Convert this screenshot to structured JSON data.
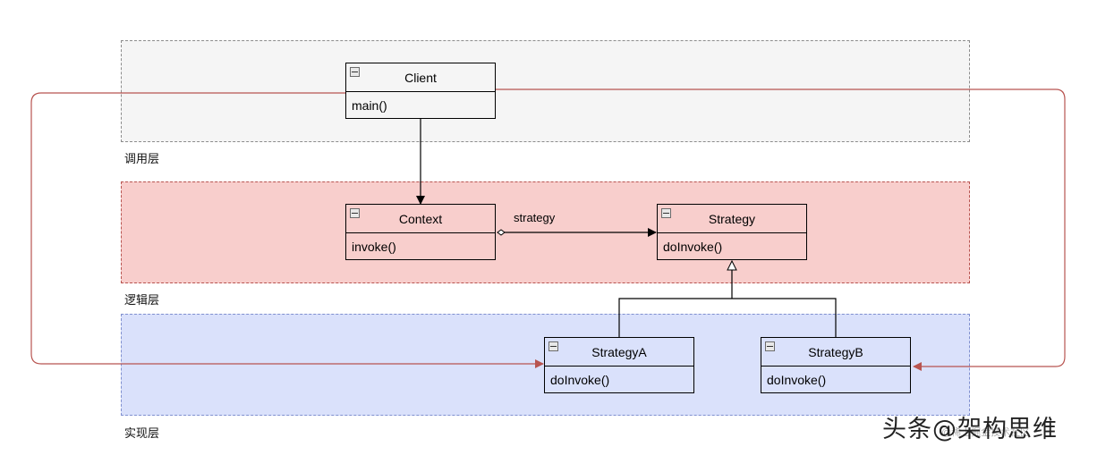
{
  "layers": {
    "call": "调用层",
    "logic": "逻辑层",
    "impl": "实现层"
  },
  "classes": {
    "client": {
      "name": "Client",
      "method": "main()"
    },
    "context": {
      "name": "Context",
      "method": "invoke()"
    },
    "strategy": {
      "name": "Strategy",
      "method": "doInvoke()"
    },
    "strategyA": {
      "name": "StrategyA",
      "method": "doInvoke()"
    },
    "strategyB": {
      "name": "StrategyB",
      "method": "doInvoke()"
    }
  },
  "edges": {
    "context_strategy_label": "strategy"
  },
  "colors": {
    "call_layer": "#f5f5f5",
    "logic_layer": "#f8cecc",
    "impl_layer": "#dae1fb",
    "red_connector": "#b85450"
  },
  "watermark": {
    "main": "头条@架构思维",
    "sub": "@稀土掘金技术社区"
  }
}
